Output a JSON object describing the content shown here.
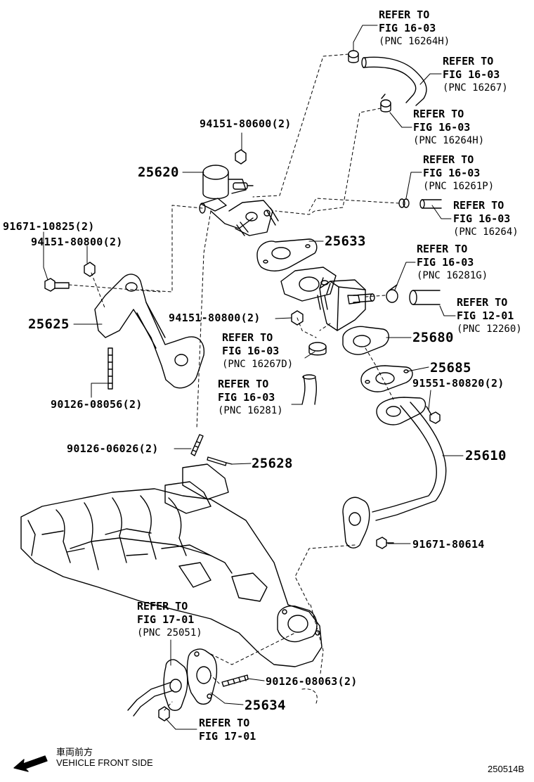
{
  "diagram": {
    "ink_color": "#000000",
    "background_color": "#ffffff"
  },
  "parts": [
    {
      "id": "p_941518060",
      "text": "94151-80600(2)",
      "size": "normal"
    },
    {
      "id": "p_25620",
      "text": "25620",
      "size": "big"
    },
    {
      "id": "p_916711082",
      "text": "91671-10825(2)",
      "size": "normal"
    },
    {
      "id": "p_941518080a",
      "text": "94151-80800(2)",
      "size": "normal"
    },
    {
      "id": "p_25633",
      "text": "25633",
      "size": "big"
    },
    {
      "id": "p_25625",
      "text": "25625",
      "size": "big"
    },
    {
      "id": "p_941518080b",
      "text": "94151-80800(2)",
      "size": "normal"
    },
    {
      "id": "p_25680",
      "text": "25680",
      "size": "big"
    },
    {
      "id": "p_25685",
      "text": "25685",
      "size": "big"
    },
    {
      "id": "p_915518082",
      "text": "91551-80820(2)",
      "size": "normal"
    },
    {
      "id": "p_901260805",
      "text": "90126-08056(2)",
      "size": "normal"
    },
    {
      "id": "p_25610",
      "text": "25610",
      "size": "big"
    },
    {
      "id": "p_901260602",
      "text": "90126-06026(2)",
      "size": "normal"
    },
    {
      "id": "p_25628",
      "text": "25628",
      "size": "big"
    },
    {
      "id": "p_916718061",
      "text": "91671-80614",
      "size": "normal"
    },
    {
      "id": "p_901260806",
      "text": "90126-08063(2)",
      "size": "normal"
    },
    {
      "id": "p_25634",
      "text": "25634",
      "size": "big"
    }
  ],
  "references": [
    {
      "id": "r1",
      "line1": "REFER TO",
      "line2": "FIG 16-03",
      "line3": "(PNC 16264H)"
    },
    {
      "id": "r2",
      "line1": "REFER TO",
      "line2": "FIG 16-03",
      "line3": "(PNC 16267)"
    },
    {
      "id": "r3",
      "line1": "REFER TO",
      "line2": "FIG 16-03",
      "line3": "(PNC 16264H)"
    },
    {
      "id": "r4",
      "line1": "REFER TO",
      "line2": "FIG 16-03",
      "line3": "(PNC 16261P)"
    },
    {
      "id": "r5",
      "line1": "REFER TO",
      "line2": "FIG 16-03",
      "line3": "(PNC 16264)"
    },
    {
      "id": "r6",
      "line1": "REFER TO",
      "line2": "FIG 16-03",
      "line3": "(PNC 16281G)"
    },
    {
      "id": "r7",
      "line1": "REFER TO",
      "line2": "FIG 12-01",
      "line3": "(PNC 12260)"
    },
    {
      "id": "r8",
      "line1": "REFER TO",
      "line2": "FIG 16-03",
      "line3": "(PNC 16267D)"
    },
    {
      "id": "r9",
      "line1": "REFER TO",
      "line2": "FIG 16-03",
      "line3": "(PNC 16281)"
    },
    {
      "id": "r10",
      "line1": "REFER TO",
      "line2": "FIG 17-01",
      "line3": "(PNC 25051)"
    },
    {
      "id": "r11",
      "line1": "REFER TO",
      "line2": "FIG 17-01",
      "line3": ""
    }
  ],
  "footer": {
    "direction_jp": "車両前方",
    "direction_en": "VEHICLE FRONT SIDE",
    "direction_icon": "arrow-left-icon",
    "drawing_number": "250514B"
  }
}
